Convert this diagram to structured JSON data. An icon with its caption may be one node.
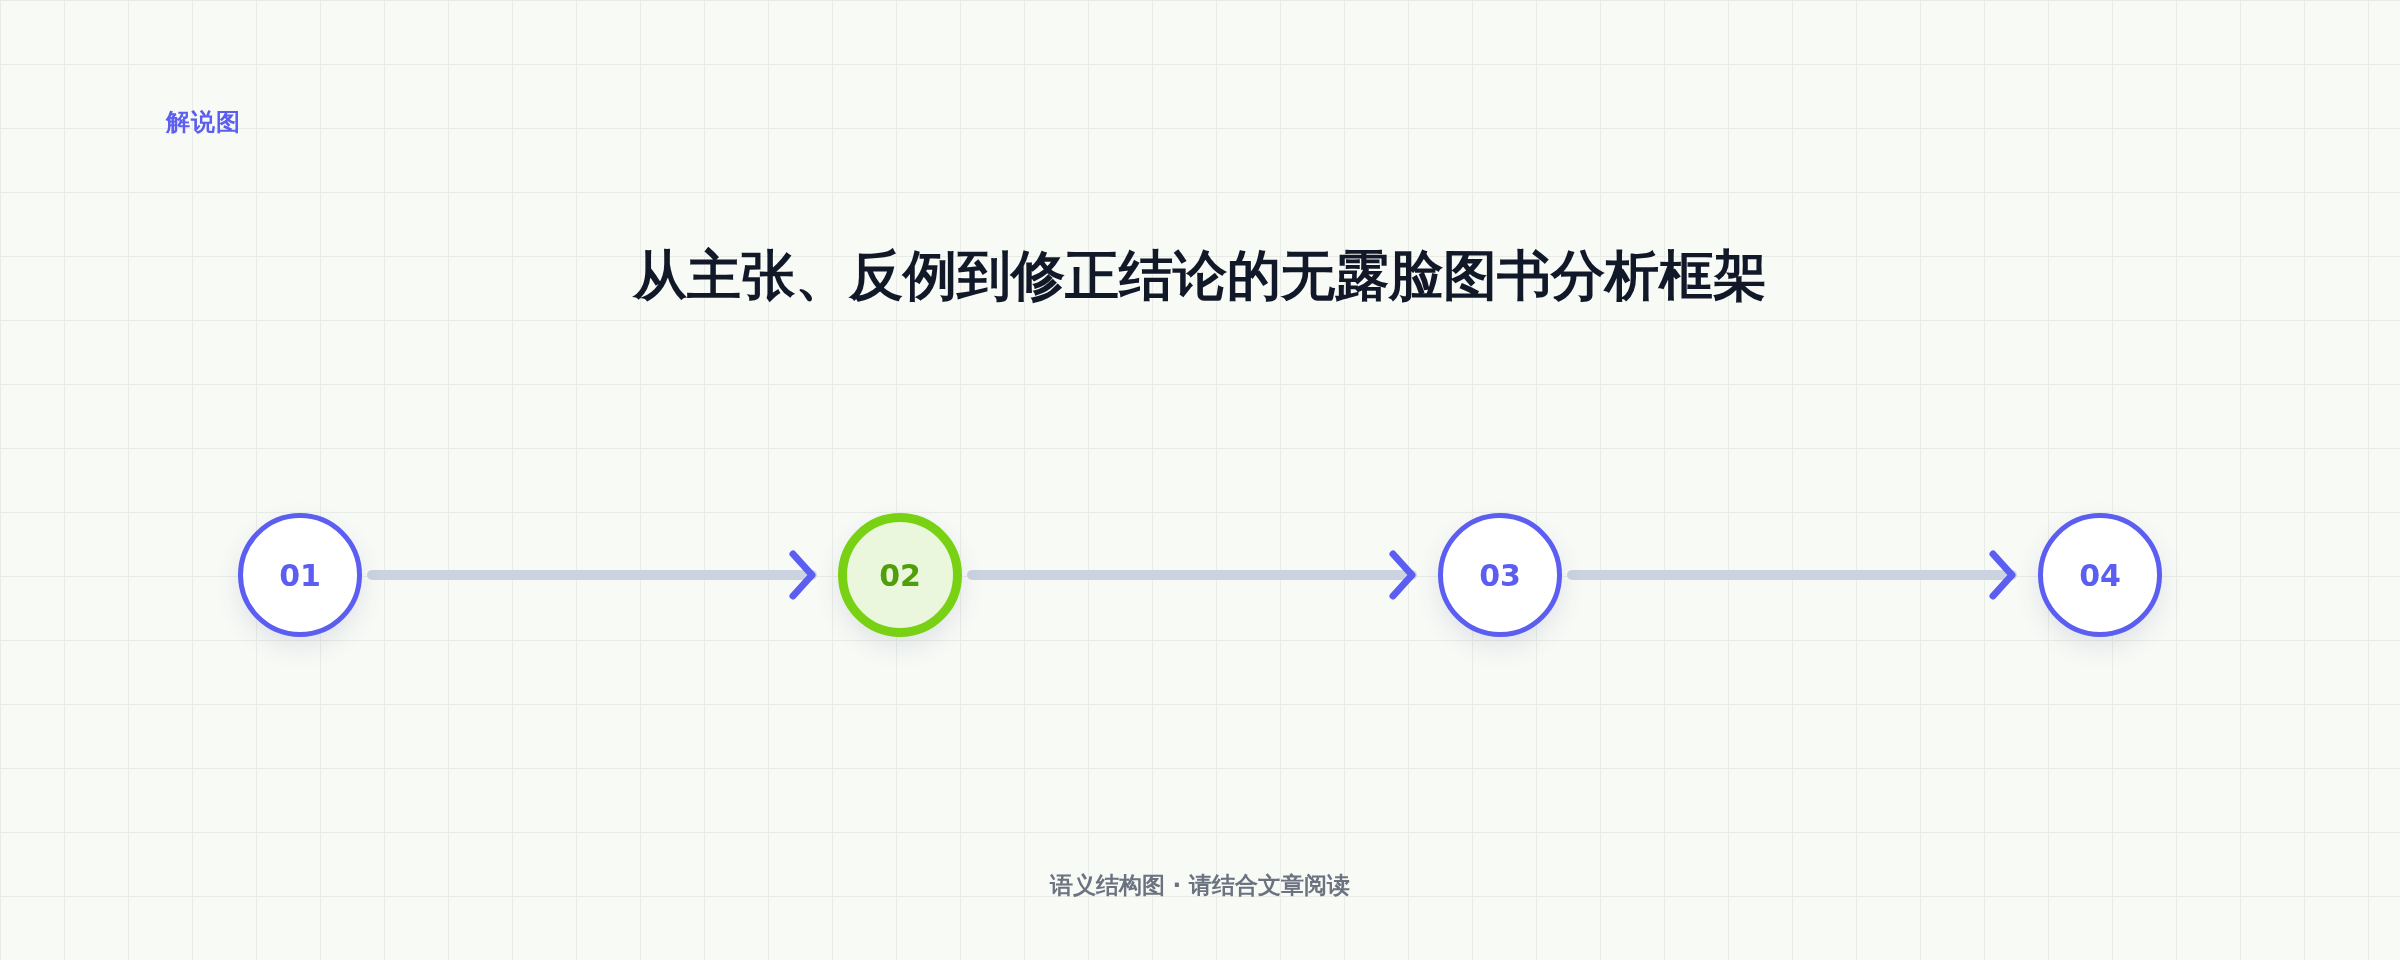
{
  "diagram": {
    "title": "从主张、反例到修正结论的无露脸图书分析框架",
    "nodes": [
      {
        "text": [
          "01"
        ]
      },
      {
        "text": [
          "02"
        ]
      },
      {
        "text": [
          "03"
        ]
      },
      {
        "text": [
          "04"
        ]
      }
    ],
    "edges": [
      {
        "from": 0,
        "to": 1,
        "arrow": "to"
      },
      {
        "from": 1,
        "to": 2,
        "arrow": "to"
      },
      {
        "from": 2,
        "to": 3,
        "arrow": "to"
      }
    ],
    "labels": [
      "解说图",
      "语义结构图 · 请结合文章阅读"
    ]
  }
}
